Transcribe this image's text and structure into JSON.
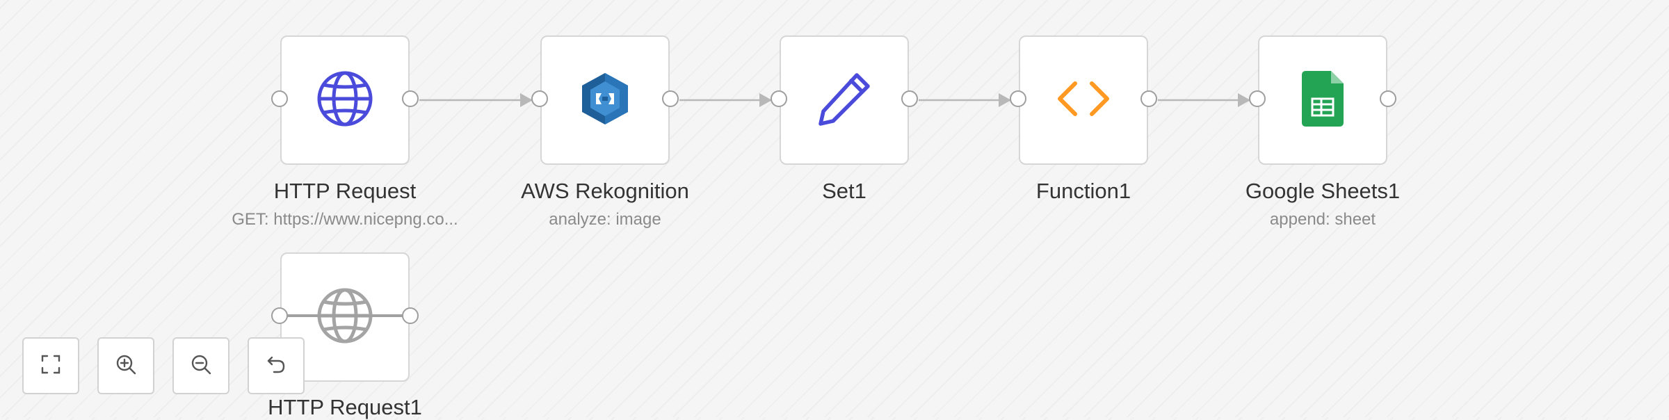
{
  "canvas": {
    "nodes": [
      {
        "id": "http-request",
        "title": "HTTP Request",
        "subtitle": "GET: https://www.nicepng.co...",
        "icon": "globe-icon"
      },
      {
        "id": "aws-rekognition",
        "title": "AWS Rekognition",
        "subtitle": "analyze: image",
        "icon": "aws-rekognition-icon"
      },
      {
        "id": "set1",
        "title": "Set1",
        "subtitle": "",
        "icon": "pencil-icon"
      },
      {
        "id": "function1",
        "title": "Function1",
        "subtitle": "",
        "icon": "code-icon"
      },
      {
        "id": "google-sheets1",
        "title": "Google Sheets1",
        "subtitle": "append: sheet",
        "icon": "google-sheets-icon"
      },
      {
        "id": "http-request1",
        "title": "HTTP Request1",
        "subtitle": "",
        "icon": "globe-icon",
        "disabled": true
      }
    ],
    "connections": [
      {
        "from": "HTTP Request",
        "to": "AWS Rekognition"
      },
      {
        "from": "AWS Rekognition",
        "to": "Set1"
      },
      {
        "from": "Set1",
        "to": "Function1"
      },
      {
        "from": "Function1",
        "to": "Google Sheets1"
      }
    ]
  },
  "controls": [
    {
      "name": "zoom-to-fit-button",
      "icon": "fullscreen-icon"
    },
    {
      "name": "zoom-in-button",
      "icon": "zoom-in-icon"
    },
    {
      "name": "zoom-out-button",
      "icon": "zoom-out-icon"
    },
    {
      "name": "reset-zoom-button",
      "icon": "undo-icon"
    }
  ],
  "colors": {
    "globe": "#4a4adb",
    "globe_disabled": "#a0a0a0",
    "aws_dark": "#1f5f99",
    "aws_light": "#3f8fd2",
    "pencil": "#4a4adb",
    "code": "#ff9922",
    "sheets": "#23a454",
    "edge": "#b8b8b8"
  }
}
